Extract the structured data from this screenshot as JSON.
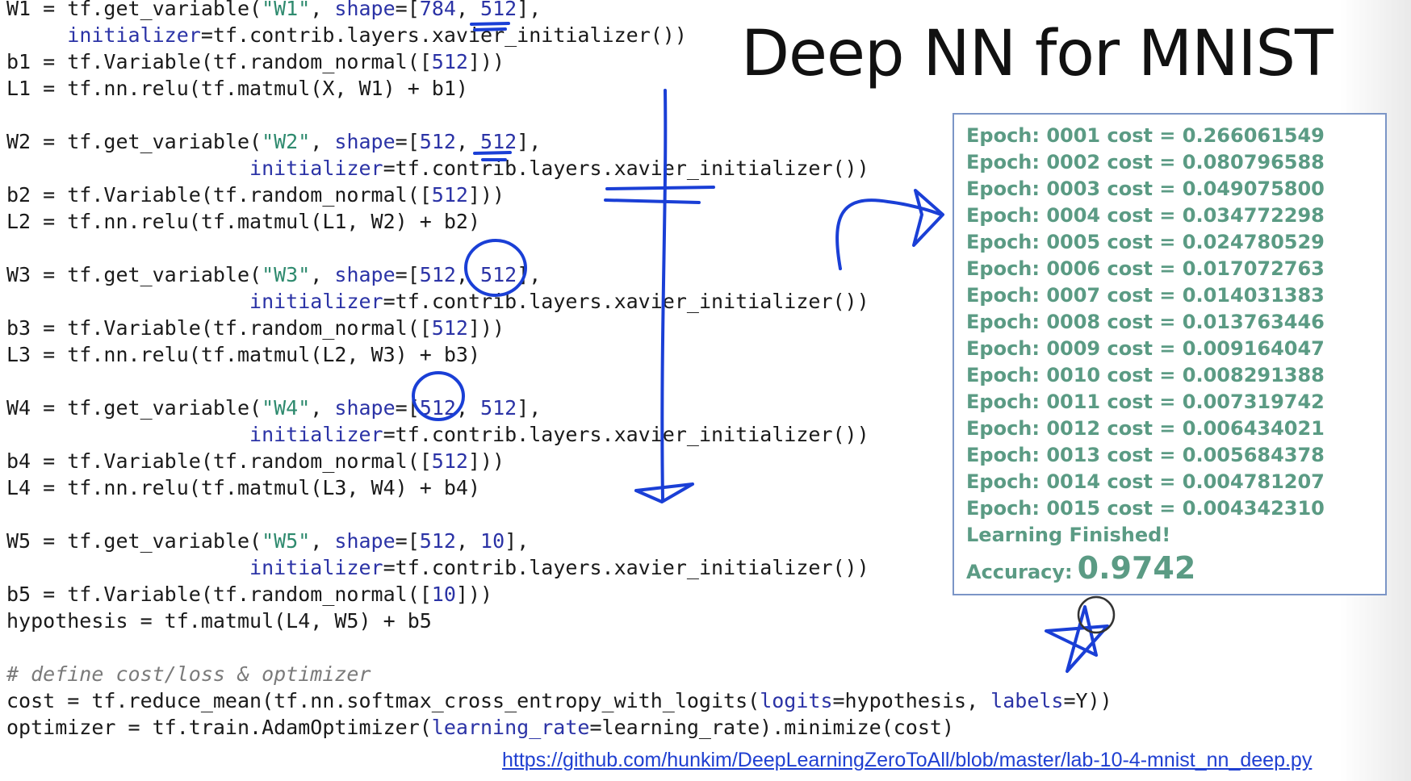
{
  "title": "Deep NN for MNIST",
  "code_lines": [
    [
      {
        "t": "W1 = tf.get_variable("
      },
      {
        "t": "\"W1\"",
        "c": "str"
      },
      {
        "t": ", "
      },
      {
        "t": "shape",
        "c": "kw"
      },
      {
        "t": "=["
      },
      {
        "t": "784",
        "c": "num"
      },
      {
        "t": ", "
      },
      {
        "t": "512",
        "c": "num"
      },
      {
        "t": "],"
      }
    ],
    [
      {
        "t": "     "
      },
      {
        "t": "initializer",
        "c": "kw"
      },
      {
        "t": "=tf.contrib.layers.xavier_initializer())"
      }
    ],
    [
      {
        "t": "b1 = tf.Variable(tf.random_normal(["
      },
      {
        "t": "512",
        "c": "num"
      },
      {
        "t": "]))"
      }
    ],
    [
      {
        "t": "L1 = tf.nn.relu(tf.matmul(X, W1) + b1)"
      }
    ],
    [],
    [
      {
        "t": "W2 = tf.get_variable("
      },
      {
        "t": "\"W2\"",
        "c": "str"
      },
      {
        "t": ", "
      },
      {
        "t": "shape",
        "c": "kw"
      },
      {
        "t": "=["
      },
      {
        "t": "512",
        "c": "num"
      },
      {
        "t": ", "
      },
      {
        "t": "512",
        "c": "num"
      },
      {
        "t": "],"
      }
    ],
    [
      {
        "t": "                    "
      },
      {
        "t": "initializer",
        "c": "kw"
      },
      {
        "t": "=tf.contrib.layers.xavier_initializer())"
      }
    ],
    [
      {
        "t": "b2 = tf.Variable(tf.random_normal(["
      },
      {
        "t": "512",
        "c": "num"
      },
      {
        "t": "]))"
      }
    ],
    [
      {
        "t": "L2 = tf.nn.relu(tf.matmul(L1, W2) + b2)"
      }
    ],
    [],
    [
      {
        "t": "W3 = tf.get_variable("
      },
      {
        "t": "\"W3\"",
        "c": "str"
      },
      {
        "t": ", "
      },
      {
        "t": "shape",
        "c": "kw"
      },
      {
        "t": "=["
      },
      {
        "t": "512",
        "c": "num"
      },
      {
        "t": ", "
      },
      {
        "t": "512",
        "c": "num"
      },
      {
        "t": "],"
      }
    ],
    [
      {
        "t": "                    "
      },
      {
        "t": "initializer",
        "c": "kw"
      },
      {
        "t": "=tf.contrib.layers.xavier_initializer())"
      }
    ],
    [
      {
        "t": "b3 = tf.Variable(tf.random_normal(["
      },
      {
        "t": "512",
        "c": "num"
      },
      {
        "t": "]))"
      }
    ],
    [
      {
        "t": "L3 = tf.nn.relu(tf.matmul(L2, W3) + b3)"
      }
    ],
    [],
    [
      {
        "t": "W4 = tf.get_variable("
      },
      {
        "t": "\"W4\"",
        "c": "str"
      },
      {
        "t": ", "
      },
      {
        "t": "shape",
        "c": "kw"
      },
      {
        "t": "=["
      },
      {
        "t": "512",
        "c": "num"
      },
      {
        "t": ", "
      },
      {
        "t": "512",
        "c": "num"
      },
      {
        "t": "],"
      }
    ],
    [
      {
        "t": "                    "
      },
      {
        "t": "initializer",
        "c": "kw"
      },
      {
        "t": "=tf.contrib.layers.xavier_initializer())"
      }
    ],
    [
      {
        "t": "b4 = tf.Variable(tf.random_normal(["
      },
      {
        "t": "512",
        "c": "num"
      },
      {
        "t": "]))"
      }
    ],
    [
      {
        "t": "L4 = tf.nn.relu(tf.matmul(L3, W4) + b4)"
      }
    ],
    [],
    [
      {
        "t": "W5 = tf.get_variable("
      },
      {
        "t": "\"W5\"",
        "c": "str"
      },
      {
        "t": ", "
      },
      {
        "t": "shape",
        "c": "kw"
      },
      {
        "t": "=["
      },
      {
        "t": "512",
        "c": "num"
      },
      {
        "t": ", "
      },
      {
        "t": "10",
        "c": "num"
      },
      {
        "t": "],"
      }
    ],
    [
      {
        "t": "                    "
      },
      {
        "t": "initializer",
        "c": "kw"
      },
      {
        "t": "=tf.contrib.layers.xavier_initializer())"
      }
    ],
    [
      {
        "t": "b5 = tf.Variable(tf.random_normal(["
      },
      {
        "t": "10",
        "c": "num"
      },
      {
        "t": "]))"
      }
    ],
    [
      {
        "t": "hypothesis = tf.matmul(L4, W5) + b5"
      }
    ],
    [],
    [
      {
        "t": "# define cost/loss & optimizer",
        "c": "cm"
      }
    ],
    [
      {
        "t": "cost = tf.reduce_mean(tf.nn.softmax_cross_entropy_with_logits("
      },
      {
        "t": "logits",
        "c": "kw"
      },
      {
        "t": "=hypothesis, "
      },
      {
        "t": "labels",
        "c": "kw"
      },
      {
        "t": "=Y))"
      }
    ],
    [
      {
        "t": "optimizer = tf.train.AdamOptimizer("
      },
      {
        "t": "learning_rate",
        "c": "kw"
      },
      {
        "t": "=learning_rate).minimize(cost)"
      }
    ]
  ],
  "training_log": [
    "Epoch: 0001 cost = 0.266061549",
    "Epoch: 0002 cost = 0.080796588",
    "Epoch: 0003 cost = 0.049075800",
    "Epoch: 0004 cost = 0.034772298",
    "Epoch: 0005 cost = 0.024780529",
    "Epoch: 0006 cost = 0.017072763",
    "Epoch: 0007 cost = 0.014031383",
    "Epoch: 0008 cost = 0.013763446",
    "Epoch: 0009 cost = 0.009164047",
    "Epoch: 0010 cost = 0.008291388",
    "Epoch: 0011 cost = 0.007319742",
    "Epoch: 0012 cost = 0.006434021",
    "Epoch: 0013 cost = 0.005684378",
    "Epoch: 0014 cost = 0.004781207",
    "Epoch: 0015 cost = 0.004342310",
    "Learning Finished!"
  ],
  "accuracy": {
    "label": "Accuracy:",
    "value": "0.9742"
  },
  "source_link": "https://github.com/hunkim/DeepLearningZeroToAll/blob/master/lab-10-4-mnist_nn_deep.py",
  "colors": {
    "code_text": "#1a1a1a",
    "code_keyword": "#2b33a6",
    "code_string": "#2e8a6e",
    "log_text": "#5b9b84",
    "box_border": "#7b95c6",
    "annotation_ink": "#1a3fd6",
    "link": "#1f3fd1"
  }
}
